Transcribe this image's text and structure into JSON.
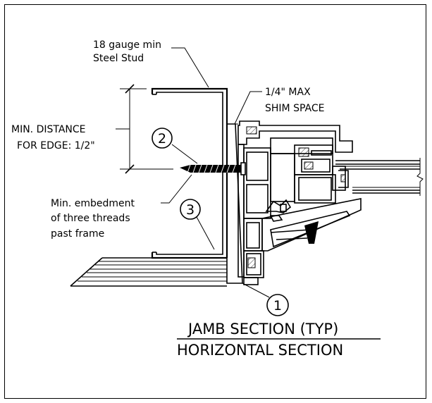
{
  "labels": {
    "stud_line1": "18 gauge min",
    "stud_line2": "Steel Stud",
    "shim_line1": "1/4\" MAX",
    "shim_line2": "SHIM SPACE",
    "edge_line1": "MIN. DISTANCE",
    "edge_line2": "FOR EDGE: 1/2\"",
    "embed_line1": "Min. embedment",
    "embed_line2": "of three threads",
    "embed_line3": "past frame"
  },
  "callouts": {
    "one": "1",
    "two": "2",
    "three": "3"
  },
  "title": {
    "line1": "JAMB SECTION (TYP)",
    "line2": "HORIZONTAL SECTION"
  }
}
